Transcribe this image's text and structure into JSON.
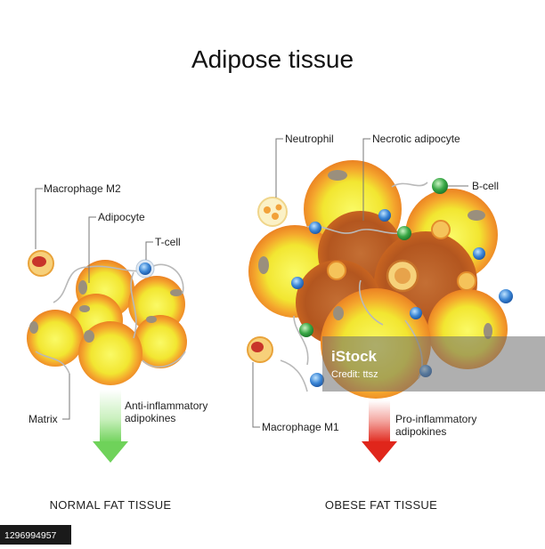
{
  "title": "Adipose tissue",
  "normal": {
    "caption": "NORMAL FAT TISSUE",
    "labels": {
      "macrophage_m2": "Macrophage M2",
      "adipocyte": "Adipocyte",
      "t_cell": "T-cell",
      "matrix": "Matrix",
      "adipokines_line1": "Anti-inflammatory",
      "adipokines_line2": "adipokines"
    }
  },
  "obese": {
    "caption": "OBESE FAT TISSUE",
    "labels": {
      "neutrophil": "Neutrophil",
      "necrotic_adipocyte": "Necrotic adipocyte",
      "b_cell": "B-cell",
      "macrophage_m1": "Macrophage M1",
      "adipokines_line1": "Pro-inflammatory",
      "adipokines_line2": "adipokines"
    }
  },
  "watermark": {
    "brand": "iStock",
    "credit": "Credit: ttsz",
    "image_id": "1296994957"
  },
  "colors": {
    "adipocyte_rim": "#f08a2a",
    "adipocyte_core": "#f4ee38",
    "necrotic_fill": "#b85a26",
    "t_cell": "#3b86d6",
    "b_cell": "#39a846",
    "green_arrow": "#7bd66a",
    "red_arrow": "#e0261b"
  }
}
